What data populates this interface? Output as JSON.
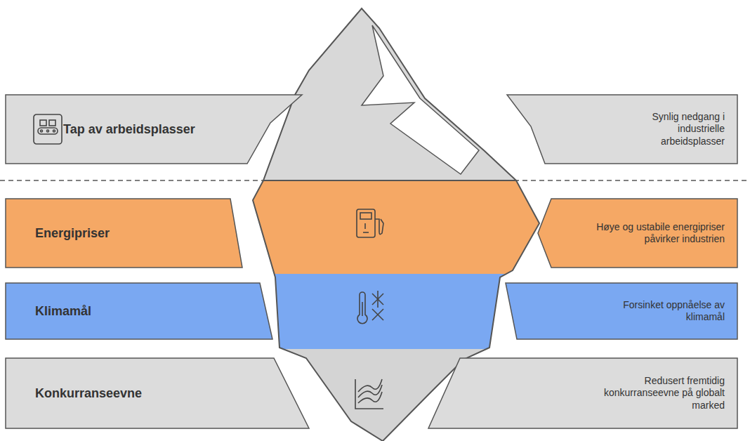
{
  "diagram": {
    "nodes": [
      {
        "text": [
          "Tap av arbeidsplasser"
        ]
      },
      {
        "text": [
          "Synlig nedgang i industrielle arbeidsplasser"
        ]
      },
      {
        "text": [
          "Energipriser"
        ]
      },
      {
        "text": [
          "Høye og ustabile energipriser påvirker industrien"
        ]
      },
      {
        "text": [
          "Klimamål"
        ]
      },
      {
        "text": [
          "Forsinket oppnåelse av klimamål"
        ]
      },
      {
        "text": [
          "Konkurranseevne"
        ]
      },
      {
        "text": [
          "Redusert fremtidig konkurranseevne på globalt marked"
        ]
      }
    ]
  }
}
